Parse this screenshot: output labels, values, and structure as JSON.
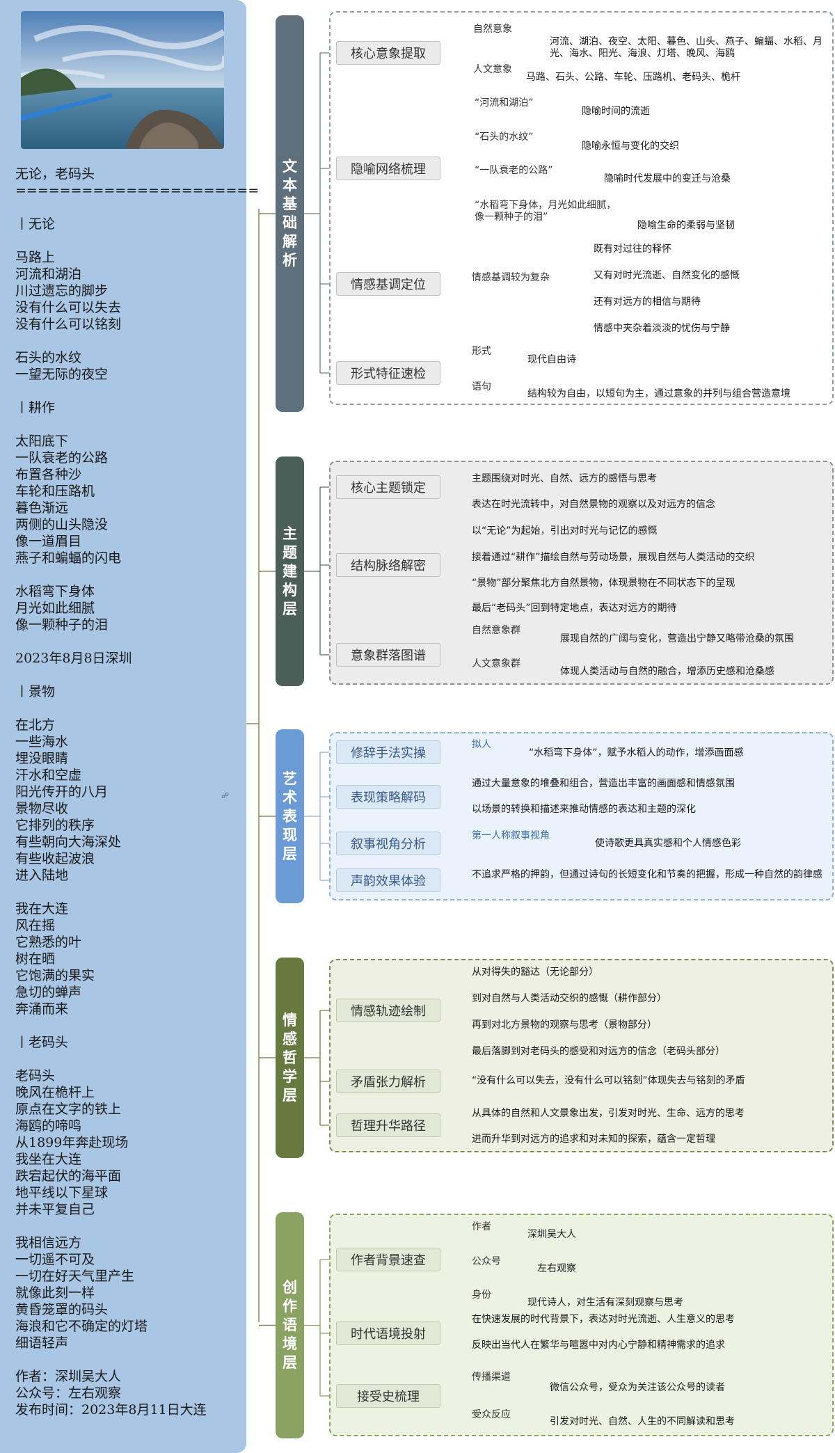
{
  "poem": {
    "text": "无论，老码头\n======================\n\n丨无论\n\n马路上\n河流和湖泊\n川过遗忘的脚步\n没有什么可以失去\n没有什么可以铭刻\n\n石头的水纹\n一望无际的夜空\n\n丨耕作\n\n太阳底下\n一队衰老的公路\n布置各种沙\n车轮和压路机\n暮色渐远\n两侧的山头隐没\n像一道眉目\n燕子和蝙蝠的闪电\n\n水稻弯下身体\n月光如此细腻\n像一颗种子的泪\n\n2023年8月8日深圳\n\n丨景物\n\n在北方\n一些海水\n埋没眼睛\n汗水和空虚\n阳光传开的八月\n景物尽收\n它排列的秩序\n有些朝向大海深处\n有些收起波浪\n进入陆地\n\n我在大连\n风在摇\n它熟悉的叶\n树在晒\n它饱满的果实\n急切的蝉声\n奔涌而来\n\n丨老码头\n\n老码头\n晚风在桅杆上\n原点在文字的铁上\n海鸥的啼鸣\n从1899年奔赴现场\n我坐在大连\n跌宕起伏的海平面\n地平线以下星球\n并未平复自己\n\n我相信远方\n一切遥不可及\n一切在好天气里产生\n就像此刻一样\n黄昏笼罩的码头\n海浪和它不确定的灯塔\n细语轻声\n\n作者：深圳吴大人\n公众号：左右观察\n发布时间：2023年8月11日大连"
  },
  "layers": [
    {
      "title": "文本基础解析",
      "color": "#5f6f7b",
      "subs": [
        {
          "title": "核心意象提取",
          "items": [
            {
              "label": "自然意象",
              "text": "河流、湖泊、夜空、太阳、暮色、山头、燕子、蝙蝠、水稻、月光、海水、阳光、海浪、灯塔、晚风、海鸥"
            },
            {
              "label": "人文意象",
              "text": "马路、石头、公路、车轮、压路机、老码头、桅杆"
            }
          ]
        },
        {
          "title": "隐喻网络梳理",
          "items": [
            {
              "label": "“河流和湖泊”",
              "text": "隐喻时间的流逝"
            },
            {
              "label": "“石头的水纹”",
              "text": "隐喻永恒与变化的交织"
            },
            {
              "label": "“一队衰老的公路”",
              "text": "隐喻时代发展中的变迁与沧桑"
            },
            {
              "label": "“水稻弯下身体，月光如此细腻，像一颗种子的泪”",
              "text": "隐喻生命的柔弱与坚韧"
            }
          ]
        },
        {
          "title": "情感基调定位",
          "label": "情感基调较为复杂",
          "leaves": [
            "既有对过往的释怀",
            "又有对时光流逝、自然变化的感慨",
            "还有对远方的相信与期待",
            "情感中夹杂着淡淡的忧伤与宁静"
          ]
        },
        {
          "title": "形式特征速检",
          "items": [
            {
              "label": "形式",
              "text": "现代自由诗"
            },
            {
              "label": "语句",
              "text": "结构较为自由，以短句为主，通过意象的并列与组合营造意境"
            }
          ]
        }
      ]
    },
    {
      "title": "主题建构层",
      "color": "#4b5e57",
      "subs": [
        {
          "title": "核心主题锁定",
          "leaves": [
            "主题围绕对时光、自然、远方的感悟与思考",
            "表达在时光流转中，对自然景物的观察以及对远方的信念"
          ]
        },
        {
          "title": "结构脉络解密",
          "leaves": [
            "以“无论”为起始，引出对时光与记忆的感慨",
            "接着通过“耕作”描绘自然与劳动场景，展现自然与人类活动的交织",
            "“景物”部分聚焦北方自然景物，体现景物在不同状态下的呈现",
            "最后“老码头”回到特定地点，表达对远方的期待"
          ]
        },
        {
          "title": "意象群落图谱",
          "items": [
            {
              "label": "自然意象群",
              "text": "展现自然的广阔与变化，营造出宁静又略带沧桑的氛围"
            },
            {
              "label": "人文意象群",
              "text": "体现人类活动与自然的融合，增添历史感和沧桑感"
            }
          ]
        }
      ]
    },
    {
      "title": "艺术表现层",
      "color": "#6b9bd6",
      "subs": [
        {
          "title": "修辞手法实操",
          "items": [
            {
              "label": "拟人",
              "text": "“水稻弯下身体”，赋予水稻人的动作，增添画面感"
            }
          ]
        },
        {
          "title": "表现策略解码",
          "leaves": [
            "通过大量意象的堆叠和组合，营造出丰富的画面感和情感氛围",
            "以场景的转换和描述来推动情感的表达和主题的深化"
          ]
        },
        {
          "title": "叙事视角分析",
          "items": [
            {
              "label": "第一人称叙事视角",
              "text": "使诗歌更具真实感和个人情感色彩"
            }
          ]
        },
        {
          "title": "声韵效果体验",
          "leaves": [
            "不追求严格的押韵，但通过诗句的长短变化和节奏的把握，形成一种自然的韵律感"
          ]
        }
      ]
    },
    {
      "title": "情感哲学层",
      "color": "#66793f",
      "subs": [
        {
          "title": "情感轨迹绘制",
          "leaves": [
            "从对得失的豁达（无论部分）",
            "到对自然与人类活动交织的感慨（耕作部分）",
            "再到对北方景物的观察与思考（景物部分）",
            "最后落脚到对老码头的感受和对远方的信念（老码头部分）"
          ]
        },
        {
          "title": "矛盾张力解析",
          "leaves": [
            "“没有什么可以失去，没有什么可以铭刻”体现失去与铭刻的矛盾"
          ]
        },
        {
          "title": "哲理升华路径",
          "leaves": [
            "从具体的自然和人文景象出发，引发对时光、生命、远方的思考",
            "进而升华到对远方的追求和对未知的探索，蕴含一定哲理"
          ]
        }
      ]
    },
    {
      "title": "创作语境层",
      "color": "#8aa362",
      "subs": [
        {
          "title": "作者背景速查",
          "items": [
            {
              "label": "作者",
              "text": "深圳吴大人"
            },
            {
              "label": "公众号",
              "text": "左右观察"
            },
            {
              "label": "身份",
              "text": "现代诗人，对生活有深刻观察与思考"
            }
          ]
        },
        {
          "title": "时代语境投射",
          "leaves": [
            "在快速发展的时代背景下，表达对时光流逝、人生意义的思考",
            "反映出当代人在繁华与喧嚣中对内心宁静和精神需求的追求"
          ]
        },
        {
          "title": "接受史梳理",
          "items": [
            {
              "label": "传播渠道",
              "text": "微信公众号，受众为关注该公众号的读者"
            },
            {
              "label": "受众反应",
              "text": "引发对时光、自然、人生的不同解读和思考"
            }
          ]
        }
      ]
    }
  ]
}
